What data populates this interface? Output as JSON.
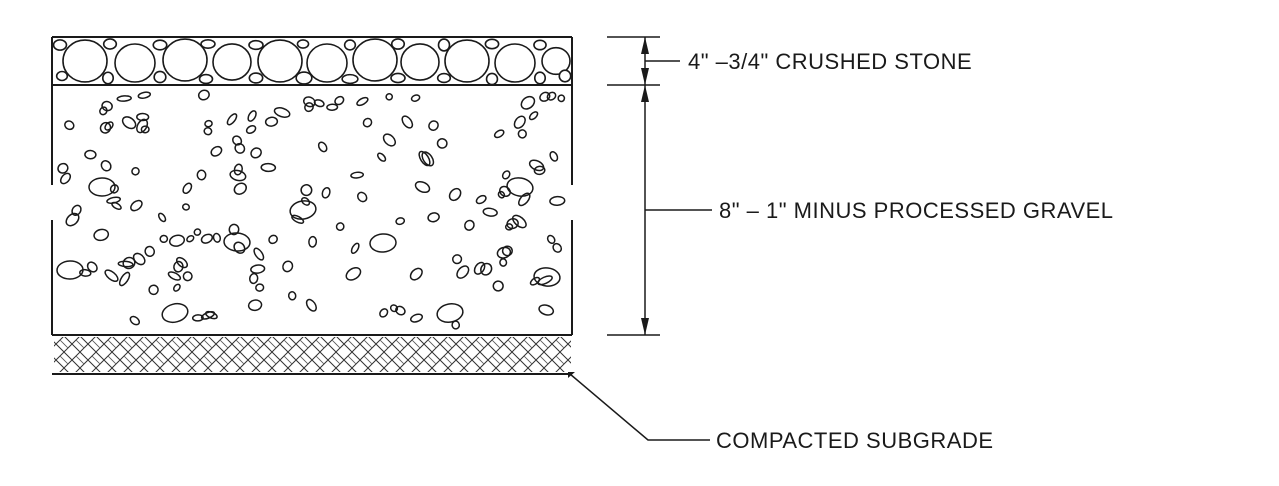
{
  "layers": [
    {
      "id": "crushed-stone",
      "label": "4\" –3/4\" CRUSHED STONE"
    },
    {
      "id": "processed-gravel",
      "label": "8\" – 1\" MINUS PROCESSED GRAVEL"
    },
    {
      "id": "subgrade",
      "label": "COMPACTED SUBGRADE"
    }
  ],
  "colors": {
    "ink": "#1a1a1a",
    "paper": "#ffffff"
  }
}
